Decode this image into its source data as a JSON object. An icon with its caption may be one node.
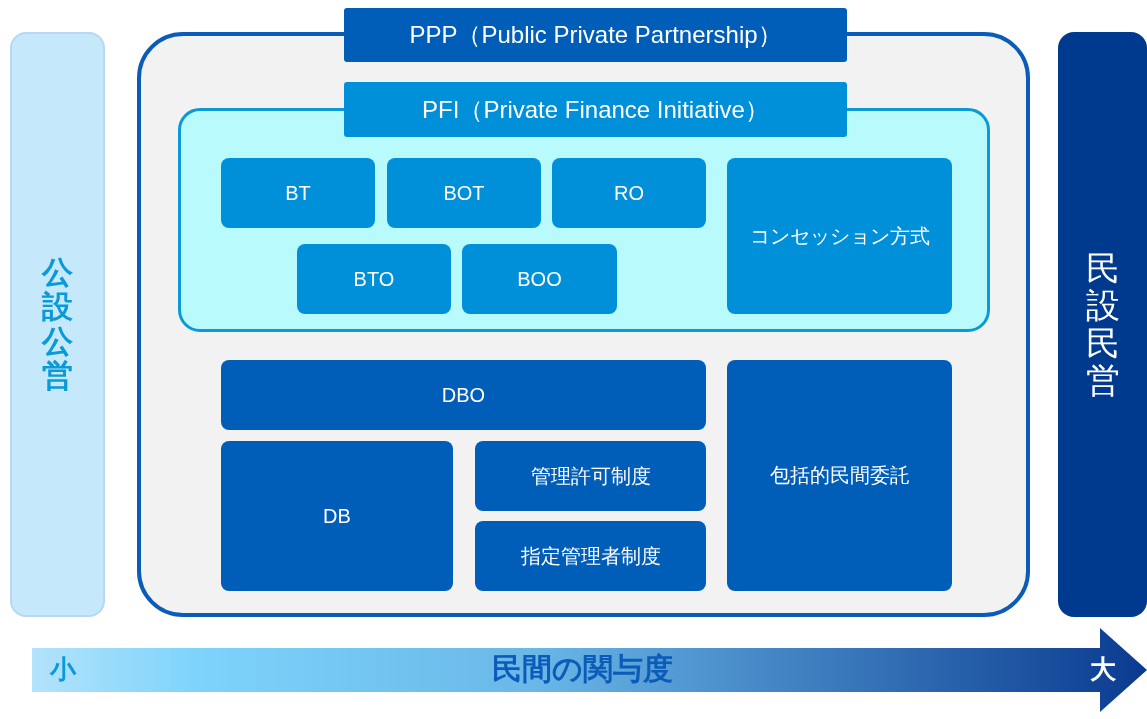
{
  "diagram": {
    "nodes": [
      {
        "text": [
          "公設公営"
        ]
      },
      {
        "text": [
          "PPP（Public Private Partnership）"
        ]
      },
      {
        "text": [
          "PFI（Private Finance Initiative）"
        ],
        "in": 1
      },
      {
        "text": [
          "BT"
        ],
        "in": 2
      },
      {
        "text": [
          "BOT"
        ],
        "in": 2
      },
      {
        "text": [
          "RO"
        ],
        "in": 2
      },
      {
        "text": [
          "BTO"
        ],
        "in": 2
      },
      {
        "text": [
          "BOO"
        ],
        "in": 2
      },
      {
        "text": [
          "コンセッション方式"
        ],
        "in": 2
      },
      {
        "text": [
          "DBO"
        ],
        "in": 1
      },
      {
        "text": [
          "DB"
        ],
        "in": 1
      },
      {
        "text": [
          "管理許可制度"
        ],
        "in": 1
      },
      {
        "text": [
          "指定管理者制度"
        ],
        "in": 1
      },
      {
        "text": [
          "包括的民間委託"
        ],
        "in": 1
      },
      {
        "text": [
          "民設民営"
        ]
      },
      {
        "text": [
          "小",
          "民間の関与度",
          "大"
        ]
      }
    ],
    "edges": []
  }
}
